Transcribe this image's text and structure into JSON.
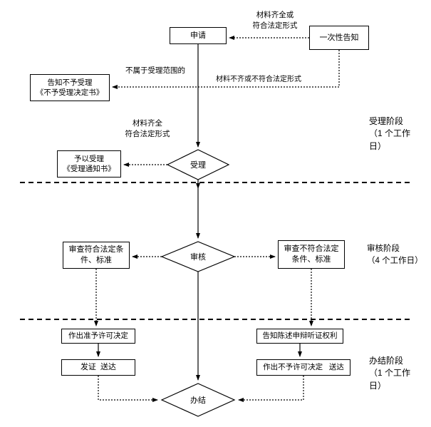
{
  "nodes": {
    "apply": "申请",
    "one_time_notice": "一次性告知",
    "reject_notice": "告知不予受理\n《不予受理决定书》",
    "accept": "受理",
    "accept_notice": "予以受理\n《受理通知书》",
    "review": "审核",
    "review_pass": "审查符合法定条\n件、标准",
    "review_fail": "审查不符合法定\n条件、标准",
    "grant_decision": "作出准予许可决定",
    "issue_deliver": "发证  送达",
    "hearing_rights": "告知陈述申辩听证权利",
    "deny_decision": "作出不予许可决定   送达",
    "finish": "办结"
  },
  "labels": {
    "complete_or_legal": "材料齐全或\n符合法定形式",
    "not_in_scope": "不属于受理范围的",
    "incomplete_or_illegal": "材料不齐或不符合法定形式",
    "complete_legal": "材料齐全\n符合法定形式"
  },
  "stages": {
    "accept": "受理阶段\n（1 个工作\n日）",
    "review": "审核阶段\n（4 个工作日）",
    "finish": "办结阶段\n（1 个工作\n日）"
  }
}
